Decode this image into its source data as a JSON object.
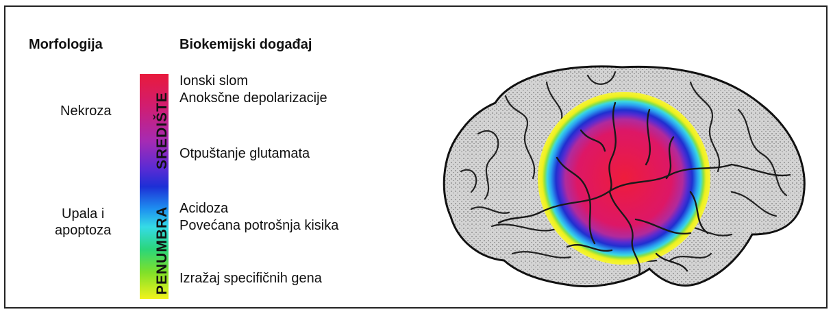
{
  "headers": {
    "morphology": "Morfologija",
    "biochemical": "Biokemijski događaj"
  },
  "morphology": {
    "necrosis": "Nekroza",
    "inflammation_line1": "Upala i",
    "inflammation_line2": "apoptoza"
  },
  "bar": {
    "core_label": "SREDIŠTE",
    "penumbra_label": "PENUMBRA"
  },
  "events": [
    "Ionski slom",
    "Anoksčne depolarizacije",
    "Otpuštanje glutamata",
    "Acidoza",
    "Povećana potrošnja kisika",
    "Izražaj specifičnih gena"
  ],
  "colors": {
    "core": "#e0185a",
    "inner_ring": "#1f2fd0",
    "middle_ring": "#36c7e8",
    "outer_ring": "#f1f21c",
    "brain_fill": "#d4d4d4"
  }
}
